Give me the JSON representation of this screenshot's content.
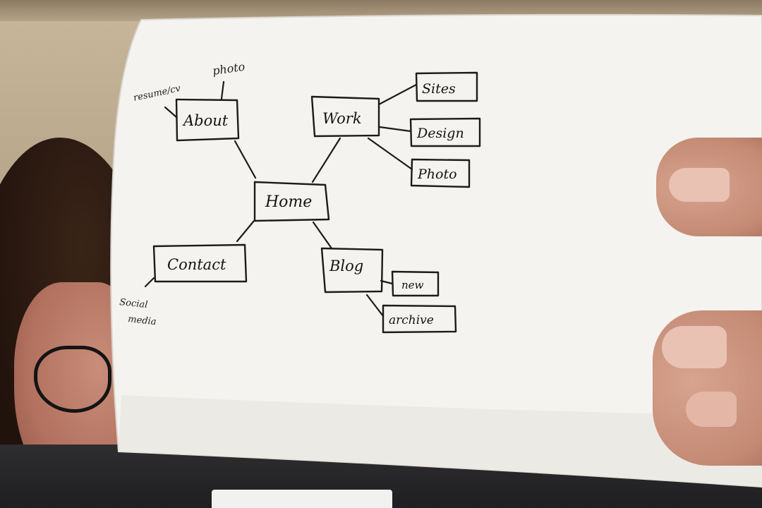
{
  "diagram": {
    "nodes": [
      {
        "id": "home",
        "label": "Home"
      },
      {
        "id": "about",
        "label": "About"
      },
      {
        "id": "work",
        "label": "Work"
      },
      {
        "id": "contact",
        "label": "Contact"
      },
      {
        "id": "blog",
        "label": "Blog"
      },
      {
        "id": "sites",
        "label": "Sites"
      },
      {
        "id": "design",
        "label": "Design"
      },
      {
        "id": "photo",
        "label": "Photo"
      },
      {
        "id": "new",
        "label": "new"
      },
      {
        "id": "archive",
        "label": "archive"
      }
    ],
    "annotations": [
      {
        "id": "resume",
        "label": "resume/cv"
      },
      {
        "id": "about-photo",
        "label": "photo"
      },
      {
        "id": "social-1",
        "label": "Social"
      },
      {
        "id": "social-2",
        "label": "media"
      }
    ],
    "edges": [
      {
        "from": "home",
        "to": "about"
      },
      {
        "from": "home",
        "to": "work"
      },
      {
        "from": "home",
        "to": "contact"
      },
      {
        "from": "home",
        "to": "blog"
      },
      {
        "from": "work",
        "to": "sites"
      },
      {
        "from": "work",
        "to": "design"
      },
      {
        "from": "work",
        "to": "photo"
      },
      {
        "from": "blog",
        "to": "new"
      },
      {
        "from": "blog",
        "to": "archive"
      },
      {
        "from": "about",
        "to": "resume"
      },
      {
        "from": "about",
        "to": "about-photo"
      },
      {
        "from": "contact",
        "to": "social-1"
      }
    ]
  }
}
